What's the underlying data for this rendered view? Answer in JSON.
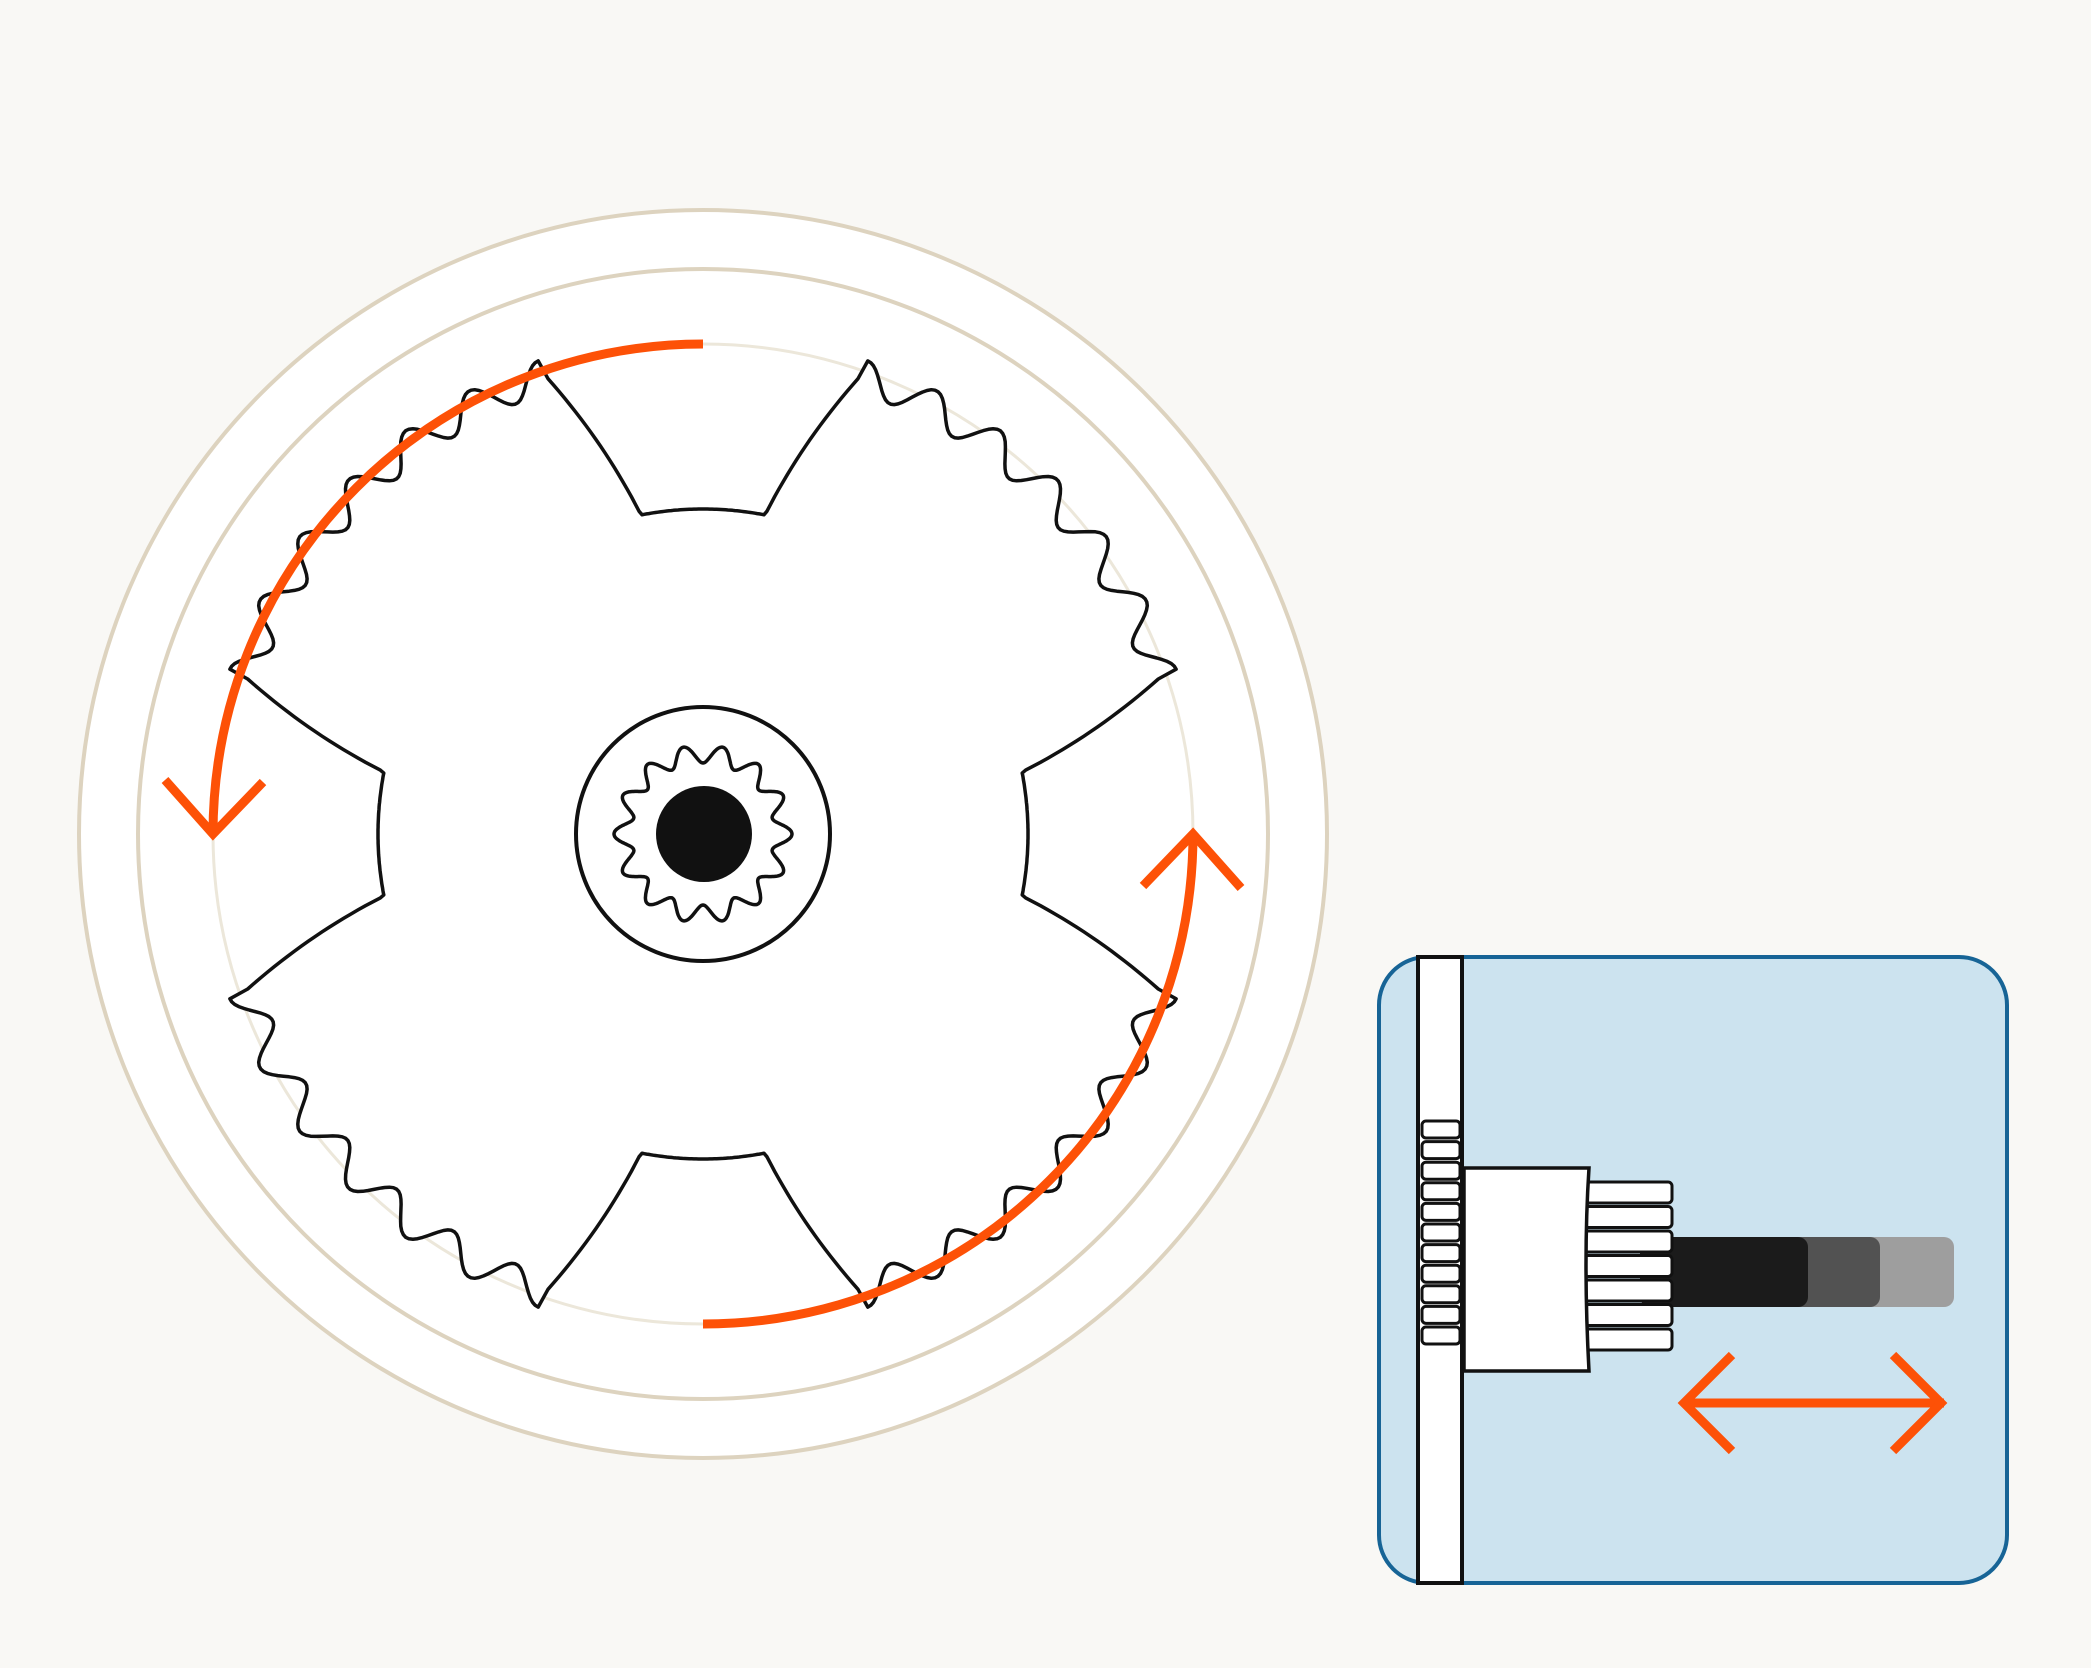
{
  "colors": {
    "background": "#f9f8f5",
    "ring_stroke": "#ddd3bf",
    "ring_faint": "#ece7da",
    "outline": "#111111",
    "accent_arrow": "#fd5107",
    "inset_fill": "#cce3ef",
    "inset_border": "#176496",
    "plunger_dark": "#1b1b1b",
    "plunger_mid": "#525252",
    "plunger_light": "#9e9e9e"
  },
  "icons": {
    "rotation_counterclockwise": "curved-arrow-ccw-icon",
    "rotation_clockwise": "curved-arrow-cw-icon",
    "linear_motion": "double-headed-arrow-icon"
  },
  "parts": {
    "outer_ring": "outer-ring",
    "middle_ring": "middle-ring",
    "inner_track": "inner-track",
    "cam_disc": "cam-disc",
    "hub": "hub",
    "spline": "spline",
    "shaft": "shaft",
    "inset": "linear-detail-panel"
  }
}
